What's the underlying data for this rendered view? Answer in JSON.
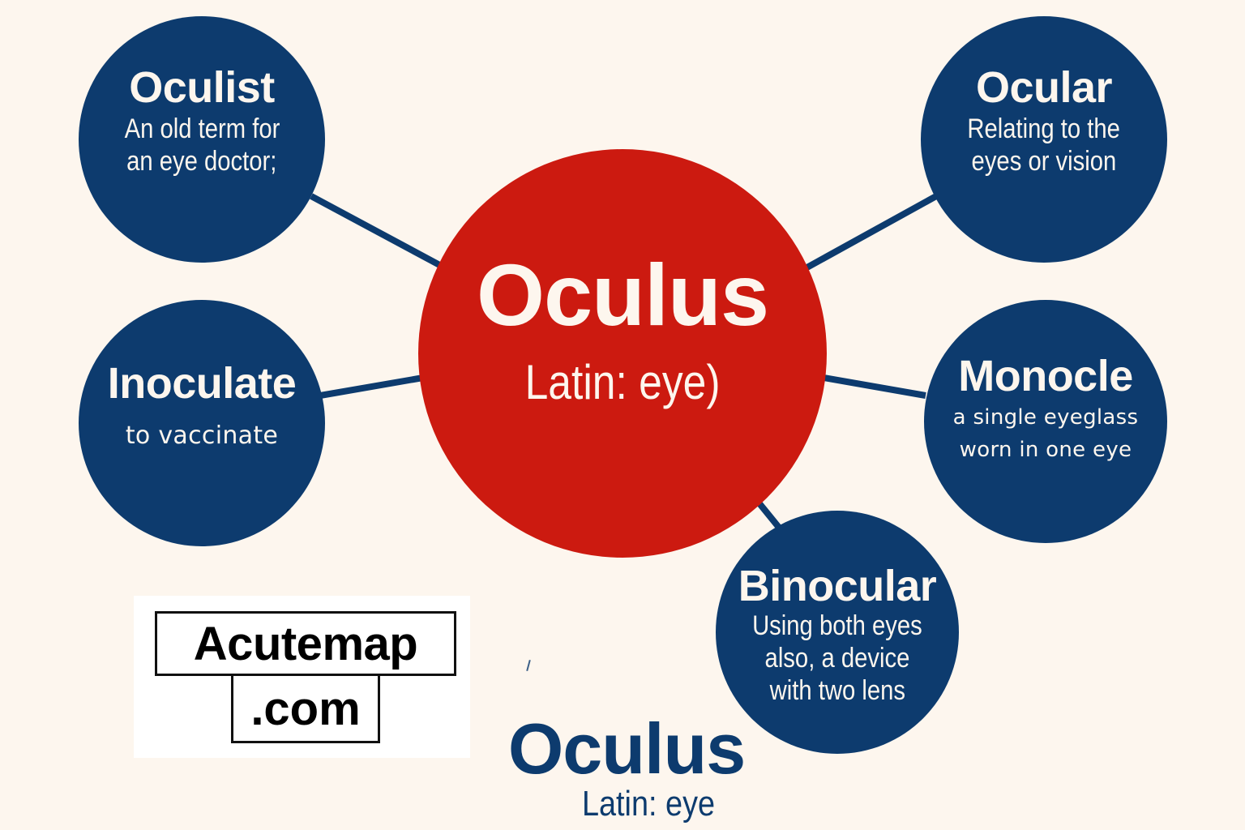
{
  "colors": {
    "background": "#fdf6ee",
    "node_fill": "#0d3b6e",
    "center_fill": "#cc1a10",
    "text_light": "#fdf6ee",
    "connector": "#0d3b6e"
  },
  "center": {
    "title": "Oculus",
    "subtitle": "Latin: eye)"
  },
  "nodes": [
    {
      "id": "oculist",
      "title": "Oculist",
      "desc_lines": [
        "An old term for",
        "an eye doctor;"
      ]
    },
    {
      "id": "ocular",
      "title": "Ocular",
      "desc_lines": [
        "Relating to the",
        "eyes or vision"
      ]
    },
    {
      "id": "inoculate",
      "title": "Inoculate",
      "desc_lines": [
        "to vaccinate"
      ]
    },
    {
      "id": "monocle",
      "title": "Monocle",
      "desc_lines": [
        "a single eyeglass",
        "worn in one eye"
      ]
    },
    {
      "id": "binocular",
      "title": "Binocular",
      "desc_lines": [
        "Using both eyes",
        "also, a device",
        "with two lens"
      ]
    }
  ],
  "logo": {
    "line1": "Acutemap",
    "line2": ".com"
  },
  "footer": {
    "title": "Oculus",
    "subtitle": "Latin: eye"
  }
}
